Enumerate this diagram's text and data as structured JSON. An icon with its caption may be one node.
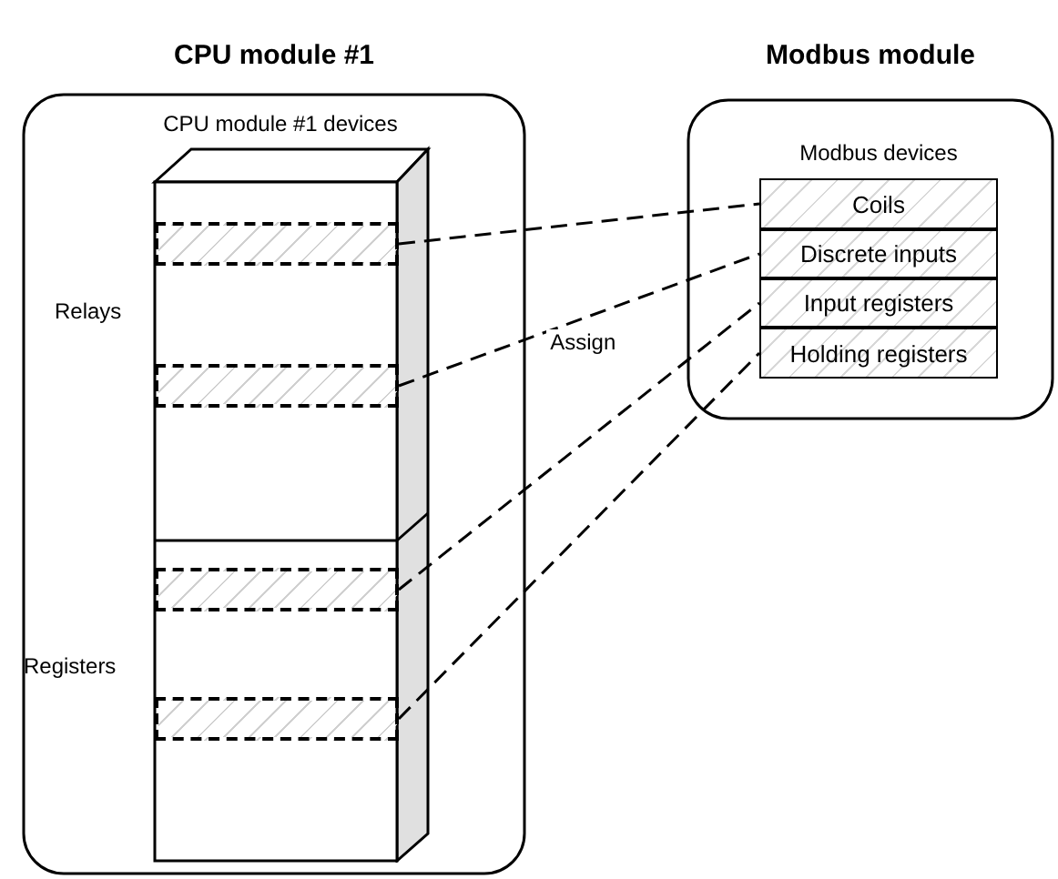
{
  "diagram": {
    "nodes": [
      {
        "text": [
          "CPU module #1"
        ]
      },
      {
        "text": [
          "CPU module #1 devices"
        ],
        "in": 0
      },
      {
        "text": [],
        "shape": "bar",
        "in": 1
      },
      {
        "text": [],
        "shape": "bar",
        "in": 1
      },
      {
        "text": [],
        "shape": "bar",
        "in": 1
      },
      {
        "text": [],
        "shape": "bar",
        "in": 1
      },
      {
        "text": [
          "Modbus module"
        ]
      },
      {
        "text": [
          "Modbus devices"
        ],
        "in": 6
      },
      {
        "text": [
          "Coils"
        ],
        "in": 7
      },
      {
        "text": [
          "Discrete inputs"
        ],
        "in": 7
      },
      {
        "text": [
          "Input registers"
        ],
        "in": 7
      },
      {
        "text": [
          "Holding registers"
        ],
        "in": 7
      }
    ],
    "edges": [
      {
        "from": 2,
        "to": 8,
        "arrow": "none",
        "style": "dashed"
      },
      {
        "from": 3,
        "to": 9,
        "arrow": "none",
        "style": "dashed",
        "label": "Assign"
      },
      {
        "from": 4,
        "to": 10,
        "arrow": "none",
        "style": "dashed"
      },
      {
        "from": 5,
        "to": 11,
        "arrow": "none",
        "style": "dashed"
      }
    ],
    "labels": [
      "Relays",
      "Registers"
    ]
  }
}
